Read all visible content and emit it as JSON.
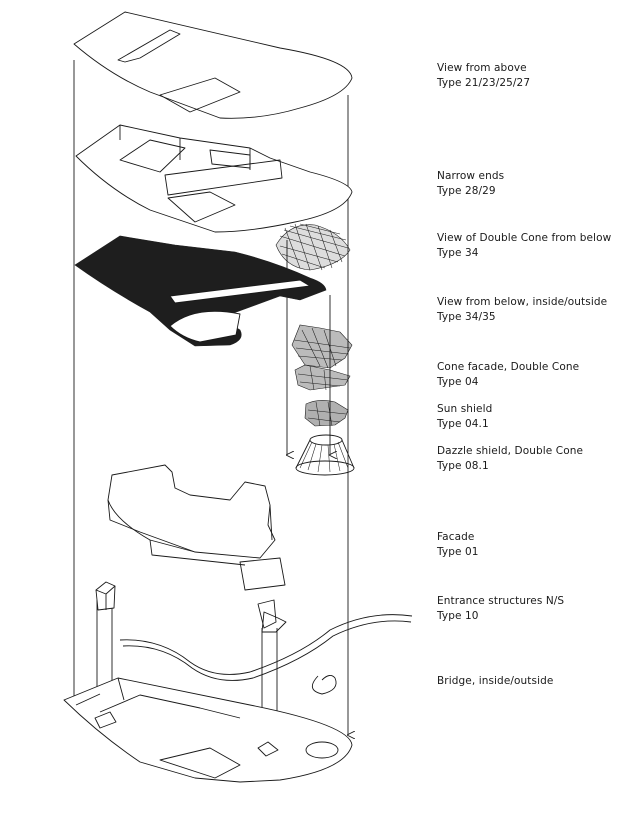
{
  "components": [
    {
      "name": "View from above",
      "type": "Type 21/23/25/27"
    },
    {
      "name": "Narrow ends",
      "type": "Type 28/29"
    },
    {
      "name": "View of Double Cone from below",
      "type": "Type 34"
    },
    {
      "name": "View from below, inside/outside",
      "type": "Type 34/35"
    },
    {
      "name": "Cone facade, Double Cone",
      "type": "Type 04"
    },
    {
      "name": "Sun shield",
      "type": "Type 04.1"
    },
    {
      "name": "Dazzle shield, Double Cone",
      "type": "Type 08.1"
    },
    {
      "name": "Facade",
      "type": "Type 01"
    },
    {
      "name": "Entrance structures N/S",
      "type": "Type 10"
    },
    {
      "name": "Bridge, inside/outside",
      "type": ""
    }
  ]
}
